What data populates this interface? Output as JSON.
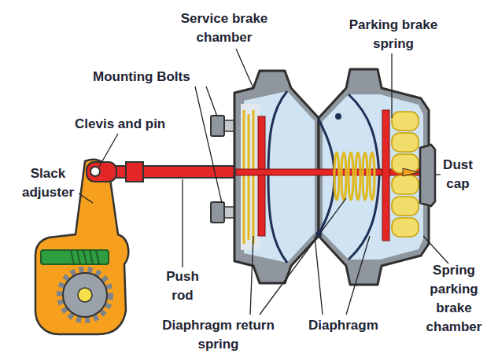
{
  "diagram": {
    "labels": [
      "Service brake chamber",
      "Parking brake spring",
      "Mounting Bolts",
      "Clevis and pin",
      "Slack adjuster",
      "Dust cap",
      "Push rod",
      "Spring parking brake chamber",
      "Diaphragm return spring",
      "Diaphragm"
    ]
  }
}
